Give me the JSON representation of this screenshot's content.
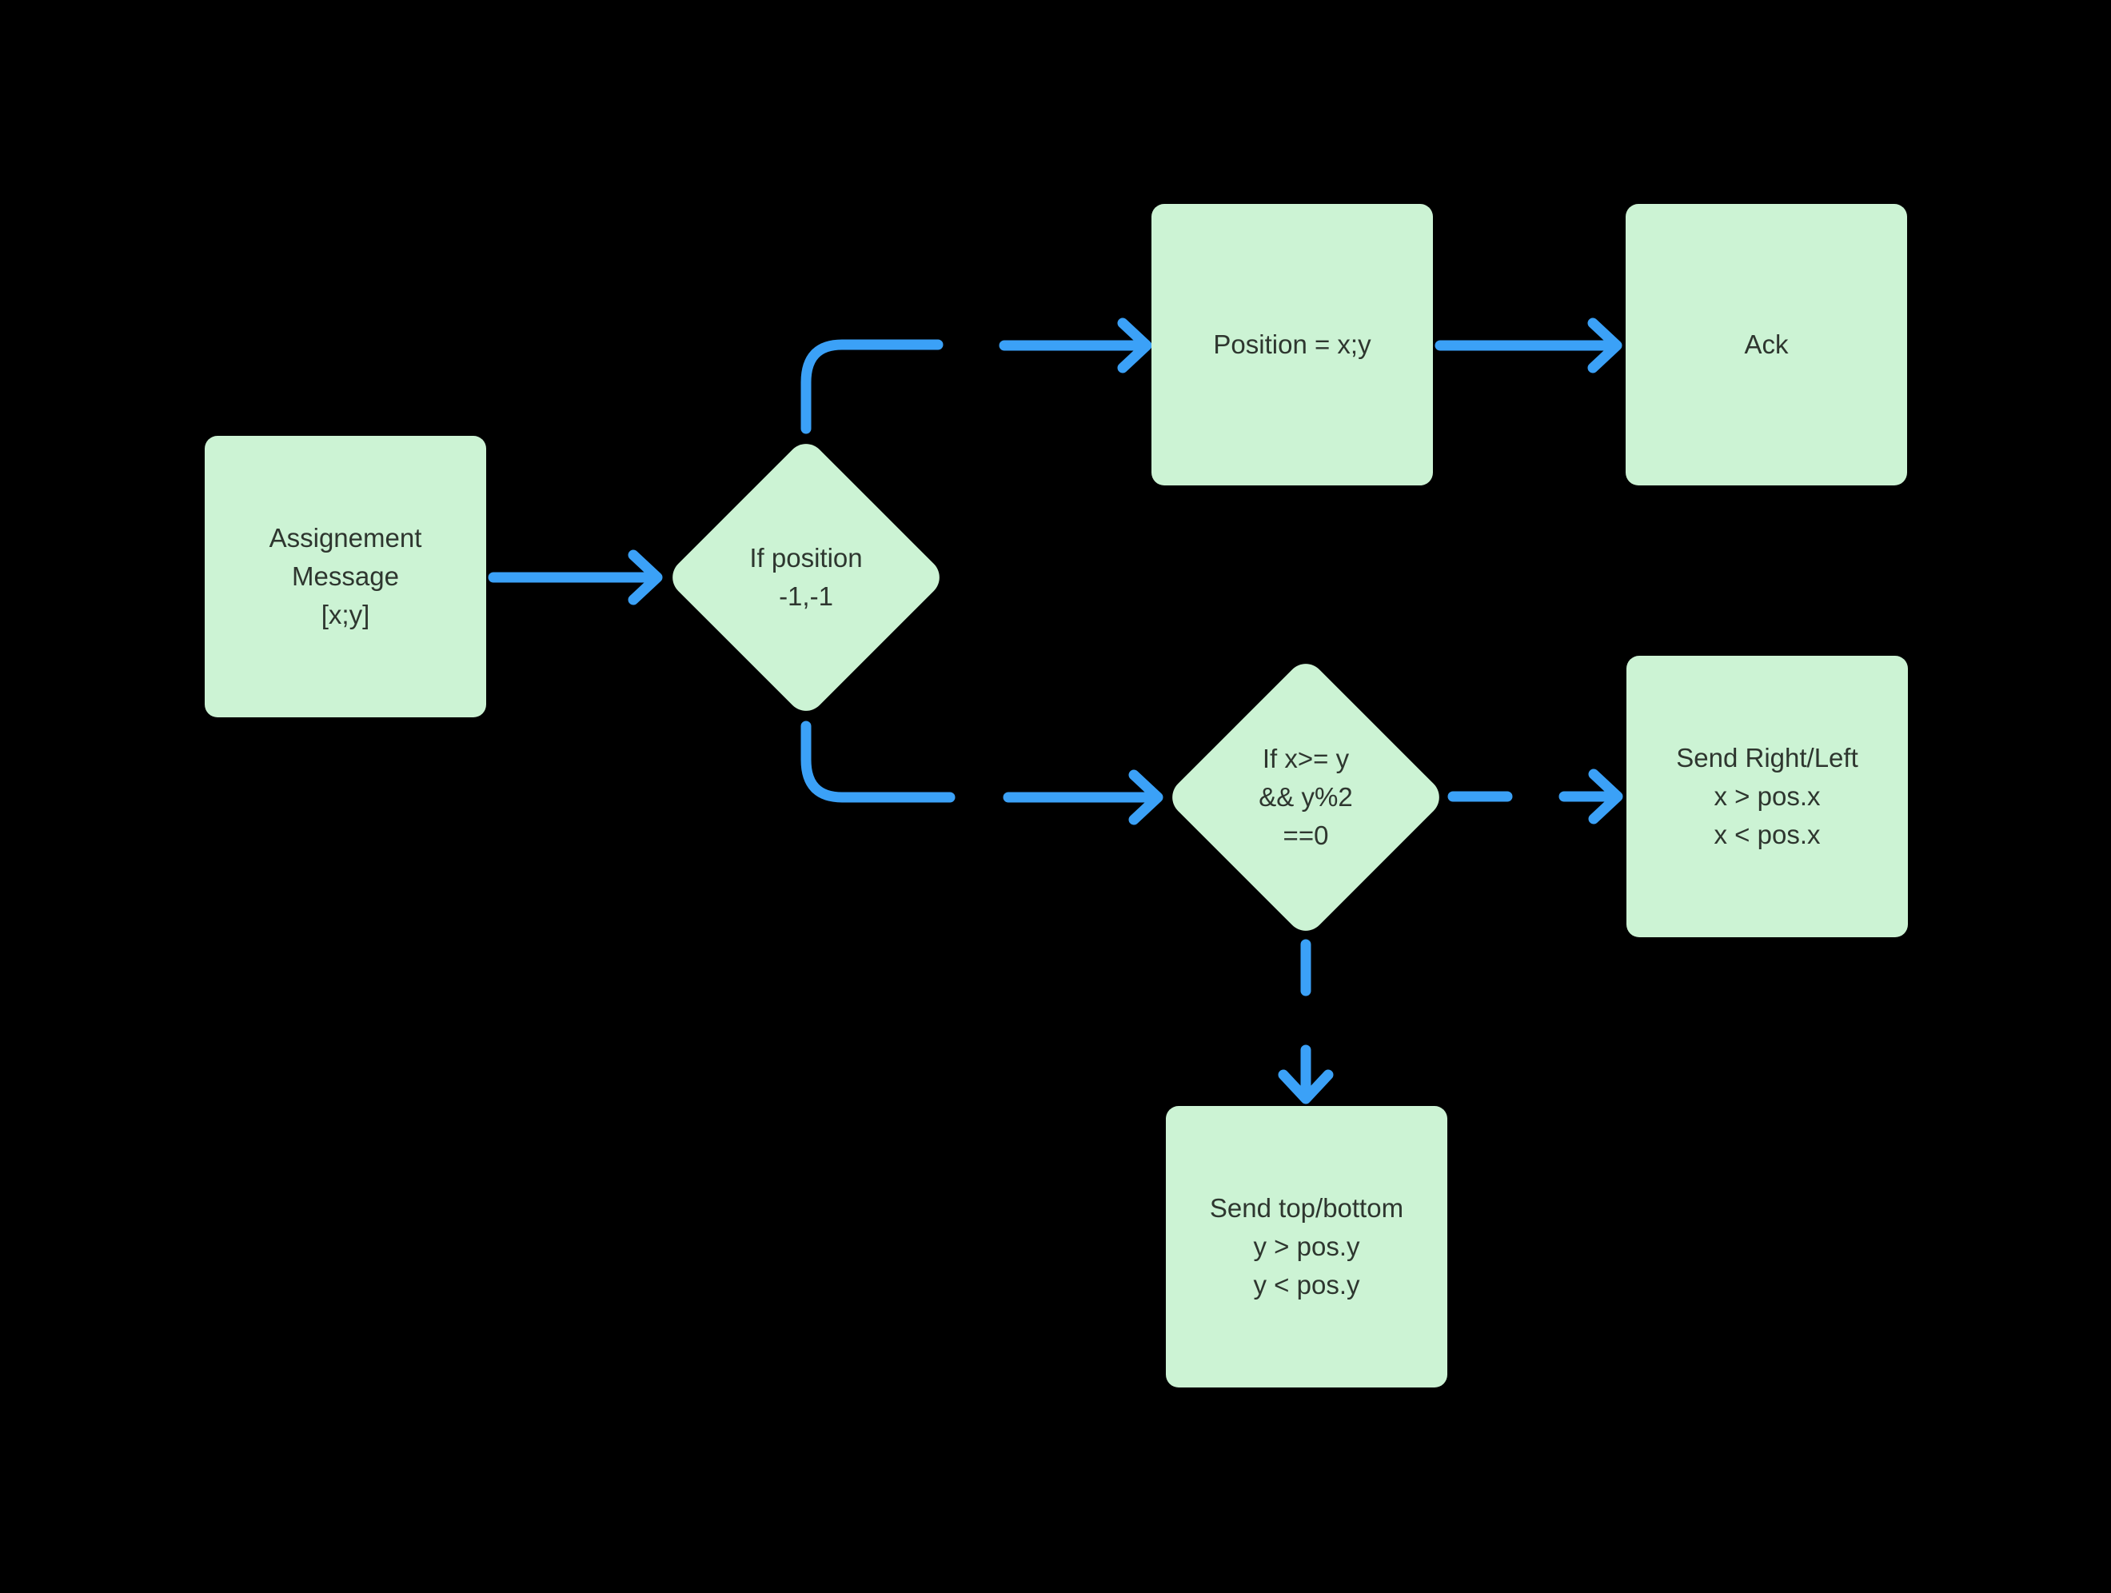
{
  "colors": {
    "background": "#000000",
    "node-fill": "#ccf3d4",
    "arrow": "#3ba1f7",
    "text": "#2e362f"
  },
  "nodes": {
    "assignment_message": {
      "lines": [
        "Assignement",
        "Message",
        "[x;y]"
      ]
    },
    "if_position": {
      "lines": [
        "If position",
        "-1,-1"
      ]
    },
    "position_xy": {
      "lines": [
        "Position = x;y"
      ]
    },
    "ack": {
      "lines": [
        "Ack"
      ]
    },
    "if_x_ge_y": {
      "lines": [
        "If x>= y",
        "&& y%2",
        "==0"
      ]
    },
    "send_right_left": {
      "lines": [
        "Send Right/Left",
        "x > pos.x",
        "x < pos.x"
      ]
    },
    "send_top_bottom": {
      "lines": [
        "Send top/bottom",
        "y > pos.y",
        "y < pos.y"
      ]
    }
  }
}
